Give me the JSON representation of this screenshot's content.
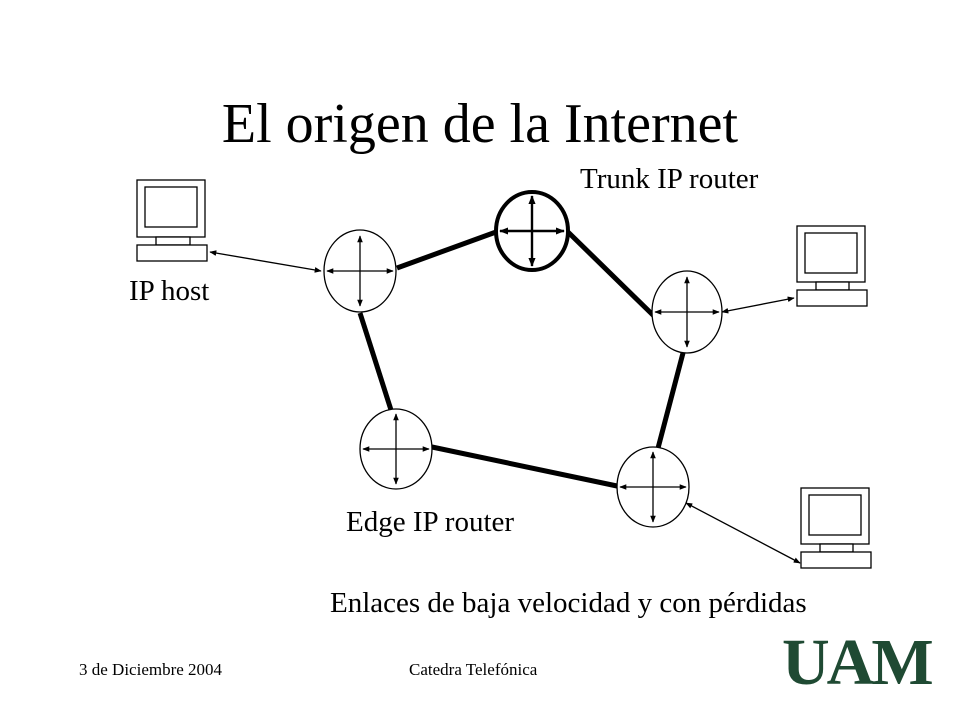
{
  "slide": {
    "title": "El origen de la Internet",
    "labels": {
      "trunk_router": "Trunk IP router",
      "ip_host": "IP host",
      "edge_router": "Edge IP router",
      "links": "Enlaces de baja velocidad y con pérdidas"
    },
    "footer": {
      "date": "3 de Diciembre 2004",
      "center": "Catedra Telefónica"
    },
    "logo": {
      "text": "UAM",
      "color": "#1f4a33"
    }
  },
  "diagram": {
    "icons": {
      "router": "four-way-arrow-router-icon",
      "host": "desktop-computer-icon"
    },
    "nodes": [
      {
        "id": "trunk-router",
        "kind": "router",
        "role": "trunk"
      },
      {
        "id": "router-left",
        "kind": "router",
        "role": "edge"
      },
      {
        "id": "router-bottom-left",
        "kind": "router",
        "role": "edge"
      },
      {
        "id": "router-bottom-right",
        "kind": "router",
        "role": "edge"
      },
      {
        "id": "router-right",
        "kind": "router",
        "role": "edge"
      },
      {
        "id": "host-left",
        "kind": "host"
      },
      {
        "id": "host-right-top",
        "kind": "host"
      },
      {
        "id": "host-right-bottom",
        "kind": "host"
      }
    ],
    "edges": [
      {
        "from": "router-left",
        "to": "trunk-router",
        "style": "thick"
      },
      {
        "from": "trunk-router",
        "to": "router-right",
        "style": "thick"
      },
      {
        "from": "router-right",
        "to": "router-bottom-right",
        "style": "thick"
      },
      {
        "from": "router-bottom-right",
        "to": "router-bottom-left",
        "style": "thick"
      },
      {
        "from": "router-bottom-left",
        "to": "router-left",
        "style": "thick"
      },
      {
        "from": "host-left",
        "to": "router-left",
        "style": "arrow"
      },
      {
        "from": "host-right-top",
        "to": "router-right",
        "style": "arrow"
      },
      {
        "from": "host-right-bottom",
        "to": "router-bottom-right",
        "style": "arrow"
      }
    ]
  }
}
